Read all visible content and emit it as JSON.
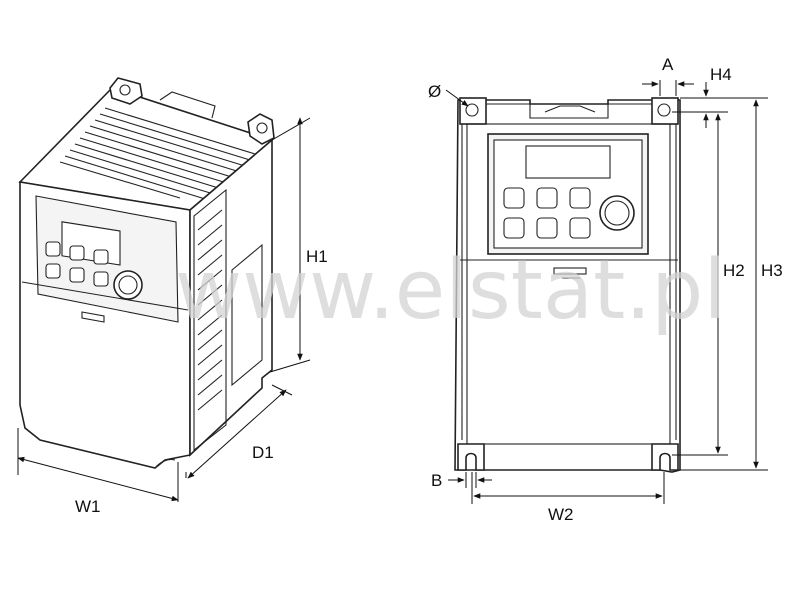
{
  "watermark": "www.elstat.pl",
  "labels": {
    "w1": "W1",
    "d1": "D1",
    "h1": "H1",
    "w2": "W2",
    "h2": "H2",
    "h3": "H3",
    "h4": "H4",
    "a": "A",
    "b": "B",
    "phi": "Ø"
  }
}
